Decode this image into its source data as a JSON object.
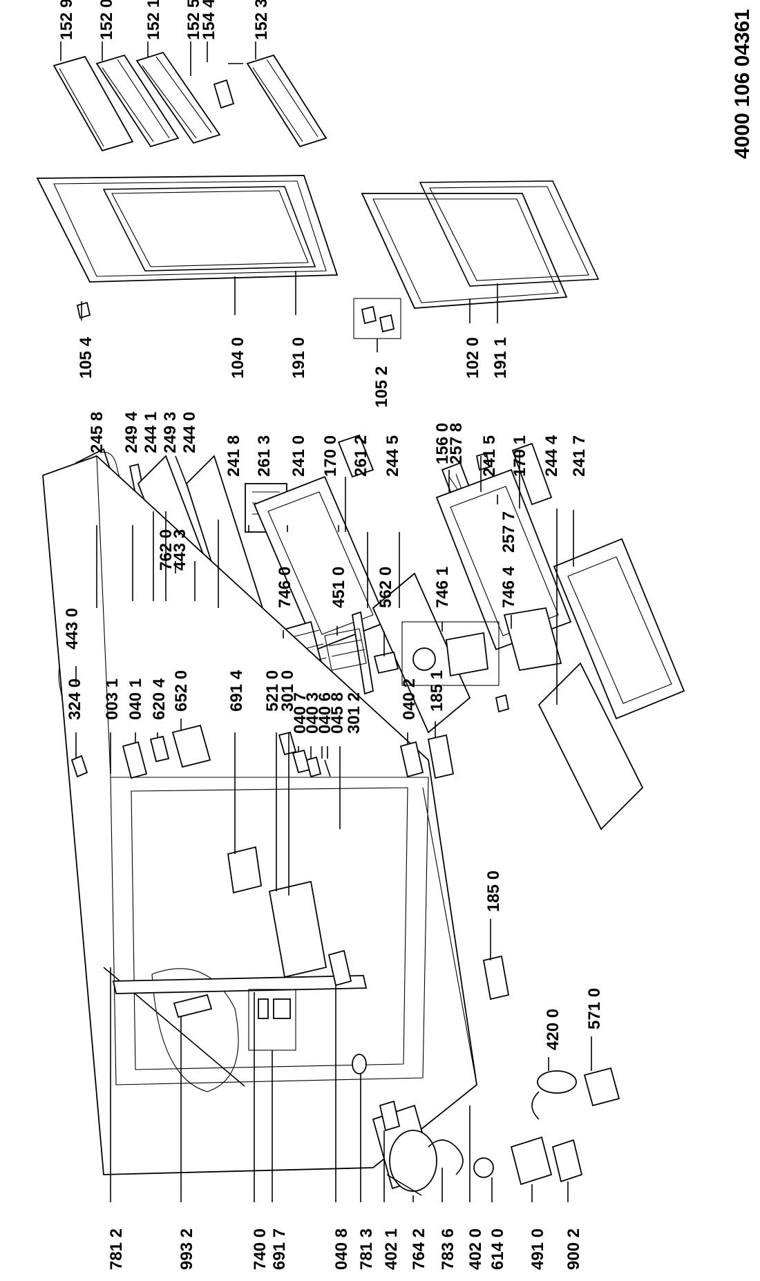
{
  "document_number": "4000 106 04361",
  "labels": {
    "l1529": "152 9",
    "l1520": "152 0",
    "l1521": "152 1",
    "l1525": "152 5",
    "l1544": "154 4",
    "l1523": "152 3",
    "l1054": "105 4",
    "l1040": "104 0",
    "l1910": "191 0",
    "l1052": "105 2",
    "l1020": "102 0",
    "l1911": "191 1",
    "l2458": "245 8",
    "l2494": "249 4",
    "l2441": "244 1",
    "l2493": "249 3",
    "l2440": "244 0",
    "l2418": "241 8",
    "l2613": "261 3",
    "l2410": "241 0",
    "l1700": "170 0",
    "l2612": "261 2",
    "l2445": "244 5",
    "l1560": "156 0",
    "l2578": "257 8",
    "l2415": "241 5",
    "l1701": "170 1",
    "l2444": "244 4",
    "l2417": "241 7",
    "l7620": "762 0",
    "l4433": "443 3",
    "l4430": "443 0",
    "l7460": "746 0",
    "l4510": "451 0",
    "l5620": "562 0",
    "l7461": "746 1",
    "l7464": "746 4",
    "l2577": "257 7",
    "l3240": "324 0",
    "l0031": "003 1",
    "l0401": "040 1",
    "l6204": "620 4",
    "l6520": "652 0",
    "l6914": "691 4",
    "l5210": "521 0",
    "l3010": "301 0",
    "l0407": "040 7",
    "l0403": "040 3",
    "l0406": "040 6",
    "l0458": "045 8",
    "l3012": "301 2",
    "l0402": "040 2",
    "l1851": "185 1",
    "l1850": "185 0",
    "l4200": "420 0",
    "l5710": "571 0",
    "l7812": "781 2",
    "l9932": "993 2",
    "l7400": "740 0",
    "l6917": "691 7",
    "l0408": "040 8",
    "l7813": "781 3",
    "l4021": "402 1",
    "l7642": "764 2",
    "l7836": "783 6",
    "l4020": "402 0",
    "l6140": "614 0",
    "l4910": "491 0",
    "l9002": "900 2"
  }
}
